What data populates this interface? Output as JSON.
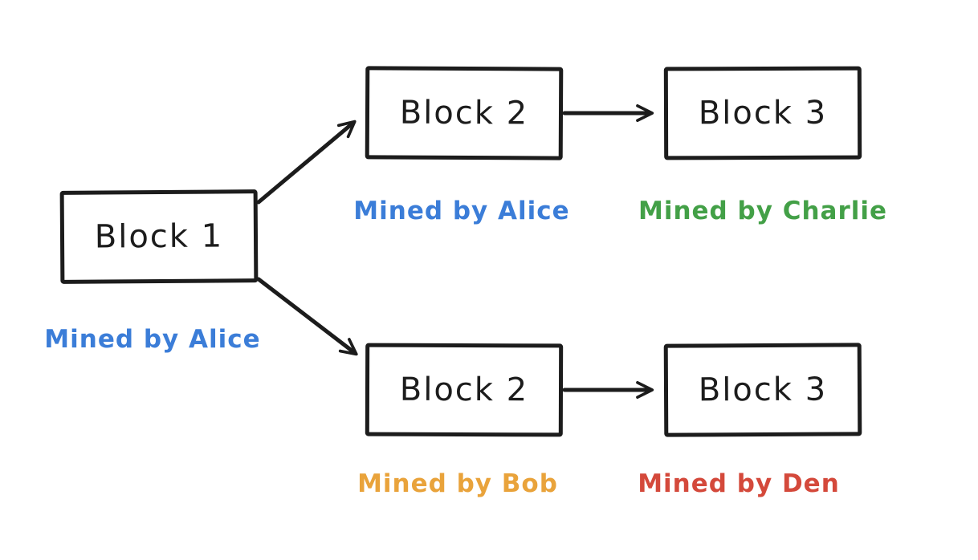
{
  "diagram": {
    "type": "blockchain-fork",
    "background": "#ffffff",
    "stroke_color": "#1c1c1c",
    "nodes": {
      "block1": {
        "label": "Block 1"
      },
      "block2_top": {
        "label": "Block 2"
      },
      "block3_top": {
        "label": "Block 3"
      },
      "block2_bottom": {
        "label": "Block 2"
      },
      "block3_bottom": {
        "label": "Block 3"
      }
    },
    "annotations": {
      "block1": {
        "text": "Mined by Alice",
        "color": "#3b7dd8"
      },
      "block2_top": {
        "text": "Mined by Alice",
        "color": "#3b7dd8"
      },
      "block3_top": {
        "text": "Mined by Charlie",
        "color": "#43a047"
      },
      "block2_bottom": {
        "text": "Mined by Bob",
        "color": "#e9a33b"
      },
      "block3_bottom": {
        "text": "Mined by Den",
        "color": "#d4493b"
      }
    },
    "edges": [
      {
        "from": "block1",
        "to": "block2_top"
      },
      {
        "from": "block1",
        "to": "block2_bottom"
      },
      {
        "from": "block2_top",
        "to": "block3_top"
      },
      {
        "from": "block2_bottom",
        "to": "block3_bottom"
      }
    ]
  }
}
